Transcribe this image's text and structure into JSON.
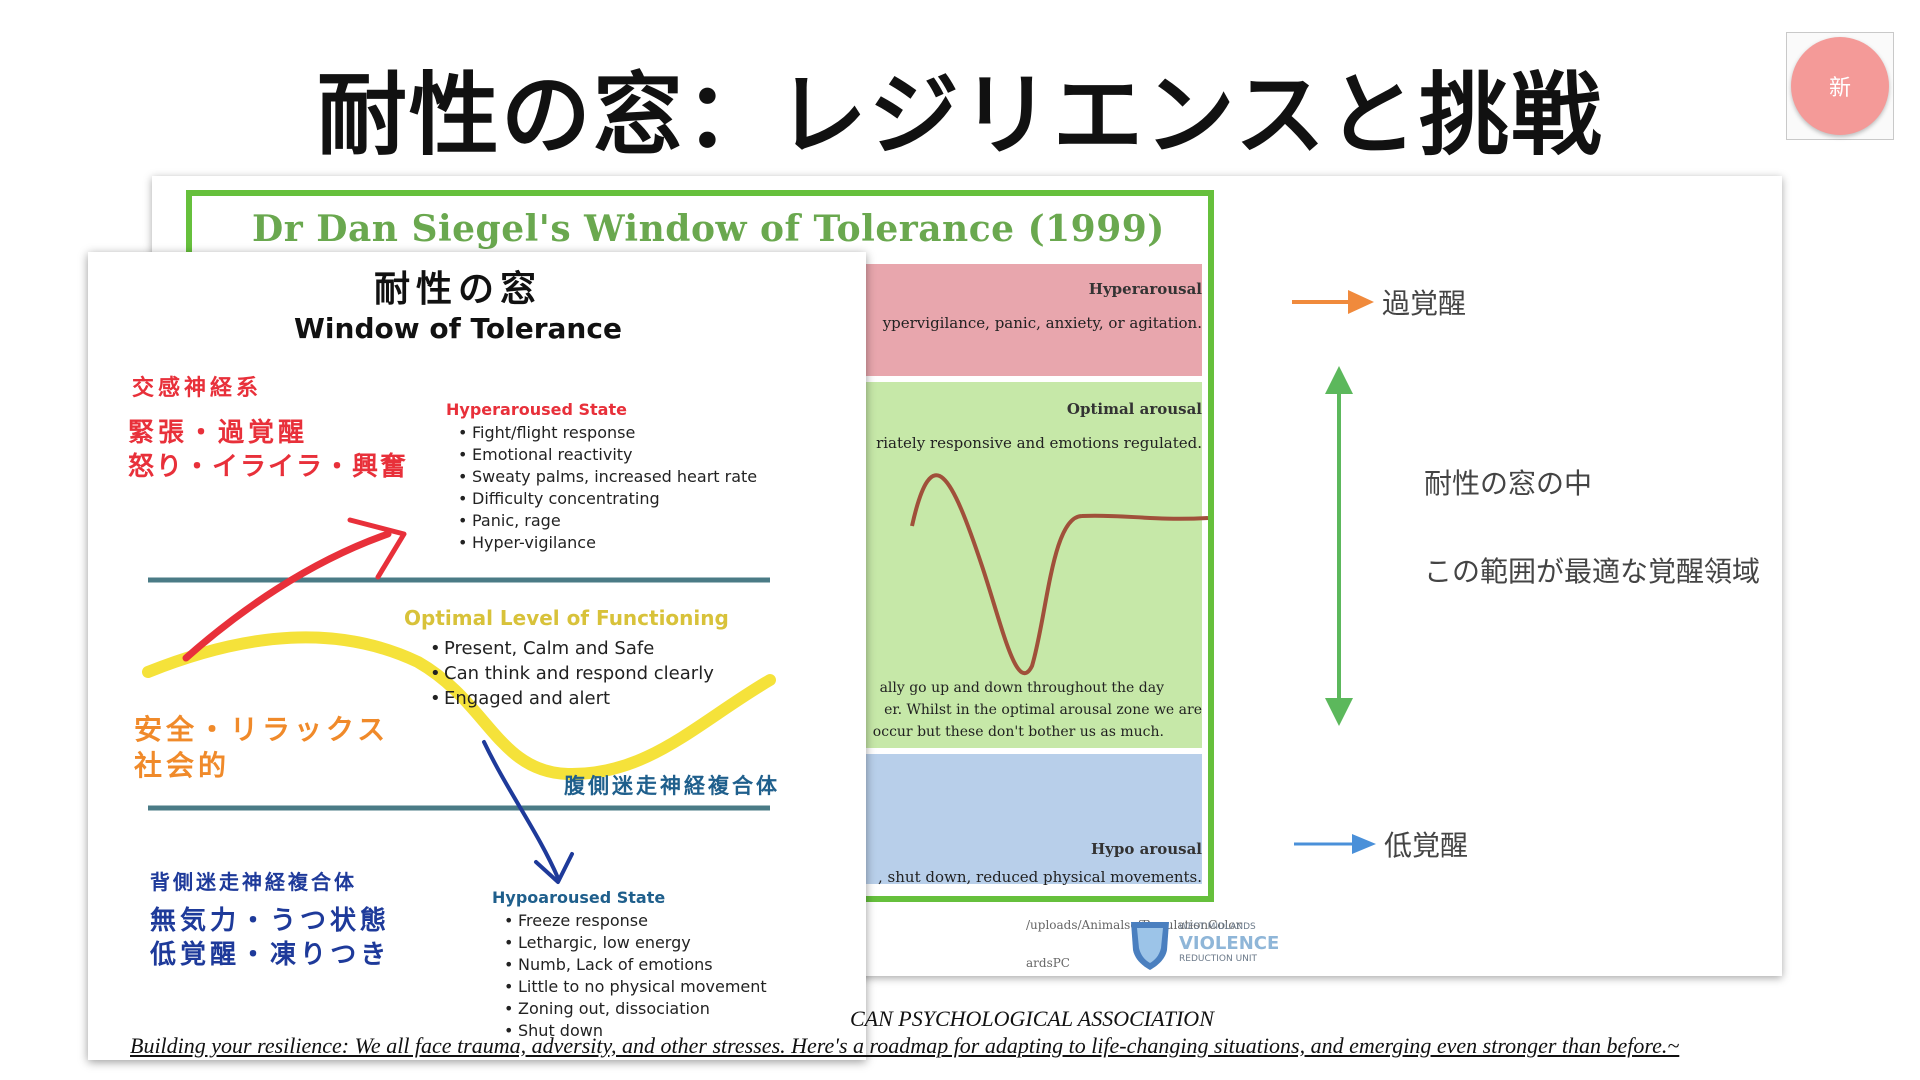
{
  "slide": {
    "title": "耐性の窓：レジリエンスと挑戦",
    "new_badge": "新"
  },
  "siegel": {
    "title": "Dr Dan Siegel's Window of Tolerance (1999)",
    "hyper_label": "Hyperarousal",
    "hyper_text": "ypervigilance, panic, anxiety, or agitation.",
    "optimal_label": "Optimal arousal",
    "optimal_text": "riately responsive and emotions regulated.",
    "optimal_note_1": "ally go up and down throughout the day",
    "optimal_note_2": "er.  Whilst in the optimal arousal zone we are",
    "optimal_note_3": "occur but these don't bother us as much.",
    "hypo_label": "Hypo arousal",
    "hypo_text": ", shut down, reduced physical movements.",
    "url_fragment_1": "/uploads/AnimalsofRegulationColor",
    "url_fragment_2": "ardsPC",
    "logo_line1": "WEST MIDLANDS",
    "logo_line2": "VIOLENCE",
    "logo_line3": "REDUCTION UNIT",
    "right_hyper": "過覚醒",
    "right_inside": "耐性の窓の中",
    "right_range": "この範囲が最適な覚醒領域",
    "right_hypo": "低覚醒",
    "colors": {
      "hyper": "#e8a6ad",
      "optimal": "#c6e8a8",
      "hypo": "#b8cfea",
      "frame": "#66c03c",
      "arrow_orange": "#f08a3c",
      "arrow_green": "#5cb85c",
      "arrow_blue": "#4a90d9"
    }
  },
  "front": {
    "title_jp": "耐性の窓",
    "title_en": "Window of Tolerance",
    "sympathetic": "交感神経系",
    "tension": "緊張・過覚醒",
    "anger": "怒り・イライラ・興奮",
    "hyper_heading": "Hyperaroused State",
    "hyper_items": [
      "Fight/flight response",
      "Emotional reactivity",
      "Sweaty palms, increased heart rate",
      "Difficulty concentrating",
      "Panic, rage",
      "Hyper-vigilance"
    ],
    "optimal_heading": "Optimal Level of Functioning",
    "optimal_items": [
      "Present, Calm and Safe",
      "Can think and respond clearly",
      "Engaged and alert"
    ],
    "safe": "安全・リラックス",
    "social": "社会的",
    "ventral": "腹側迷走神経複合体",
    "dorsal": "背側迷走神経複合体",
    "apathy": "無気力・うつ状態",
    "low_arousal": "低覚醒・凍りつき",
    "hypo_heading": "Hypoaroused State",
    "hypo_items": [
      "Freeze response",
      "Lethargic, low energy",
      "Numb, Lack of emotions",
      "Little to no physical movement",
      "Zoning out, dissociation",
      "Shut down"
    ],
    "colors": {
      "red": "#e8303a",
      "orange": "#f08a2a",
      "navy": "#1e3a9a",
      "teal": "#2c7a8c",
      "yellow": "#f5e23a",
      "line": "#4a7b86",
      "optimal_head": "#d8c23a"
    }
  },
  "footer": {
    "line1": "CAN PSYCHOLOGICAL ASSOCIATION",
    "line2": "Building your resilience: We all face trauma, adversity, and other stresses. Here's a roadmap for adapting to life-changing situations, and emerging even stronger than before.~"
  }
}
